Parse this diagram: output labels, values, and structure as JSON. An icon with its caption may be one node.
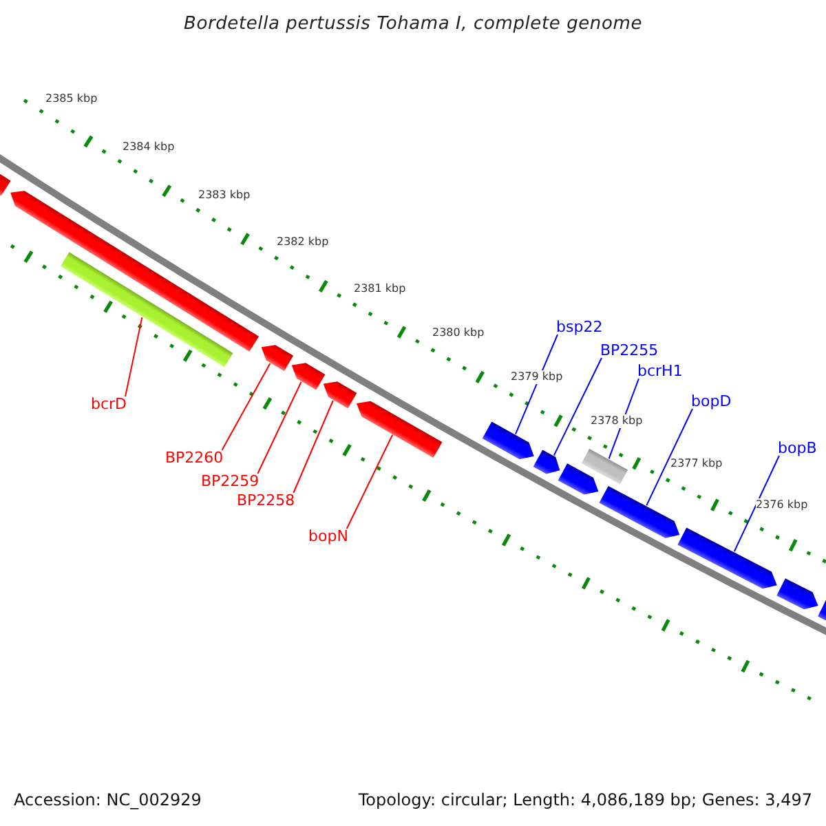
{
  "diagram": {
    "title": "Bordetella pertussis Tohama I, complete genome",
    "nodes": [
      {
        "text": [
          "bcrD"
        ]
      },
      {
        "text": [
          "BP2260"
        ]
      },
      {
        "text": [
          "BP2259"
        ]
      },
      {
        "text": [
          "BP2258"
        ]
      },
      {
        "text": [
          "bopN"
        ]
      },
      {
        "text": [
          "bsp22"
        ]
      },
      {
        "text": [
          "BP2255"
        ]
      },
      {
        "text": [
          "bcrH1"
        ]
      },
      {
        "text": [
          "bopD"
        ]
      },
      {
        "text": [
          "bopB"
        ]
      },
      {
        "text": [],
        "shape": "arrow"
      },
      {
        "text": [],
        "shape": "arrow"
      },
      {
        "text": [],
        "shape": "bar"
      },
      {
        "text": [],
        "shape": "arrow"
      },
      {
        "text": [],
        "shape": "arrow"
      },
      {
        "text": [],
        "shape": "arrow"
      },
      {
        "text": [],
        "shape": "arrow"
      },
      {
        "text": [],
        "shape": "arrow"
      },
      {
        "text": [],
        "shape": "arrow"
      },
      {
        "text": [],
        "shape": "arrow"
      },
      {
        "text": [],
        "shape": "bar"
      },
      {
        "text": [],
        "shape": "arrow"
      },
      {
        "text": [],
        "shape": "arrow"
      },
      {
        "text": [],
        "shape": "arrow"
      },
      {
        "text": [],
        "shape": "arrow"
      }
    ],
    "edges": [
      {
        "from": 0,
        "to": 12,
        "arrow": "none",
        "color": "#ff0000"
      },
      {
        "from": 1,
        "to": 13,
        "arrow": "none",
        "color": "#ff0000"
      },
      {
        "from": 2,
        "to": 14,
        "arrow": "none",
        "color": "#ff0000"
      },
      {
        "from": 3,
        "to": 15,
        "arrow": "none",
        "color": "#ff0000"
      },
      {
        "from": 4,
        "to": 16,
        "arrow": "none",
        "color": "#ff0000"
      },
      {
        "from": 5,
        "to": 17,
        "arrow": "none",
        "color": "#0000ff"
      },
      {
        "from": 6,
        "to": 18,
        "arrow": "none",
        "color": "#0000ff"
      },
      {
        "from": 7,
        "to": 20,
        "arrow": "none",
        "color": "#0000ff"
      },
      {
        "from": 8,
        "to": 21,
        "arrow": "none",
        "color": "#0000ff"
      },
      {
        "from": 9,
        "to": 22,
        "arrow": "none",
        "color": "#0000ff"
      }
    ],
    "labels": [
      "2385 kbp",
      "2384 kbp",
      "2383 kbp",
      "2382 kbp",
      "2381 kbp",
      "2380 kbp",
      "2379 kbp",
      "2378 kbp",
      "2377 kbp",
      "2376 kbp",
      "Accession: NC_002929",
      "Topology: circular; Length: 4,086,189 bp; Genes: 3,497"
    ]
  }
}
